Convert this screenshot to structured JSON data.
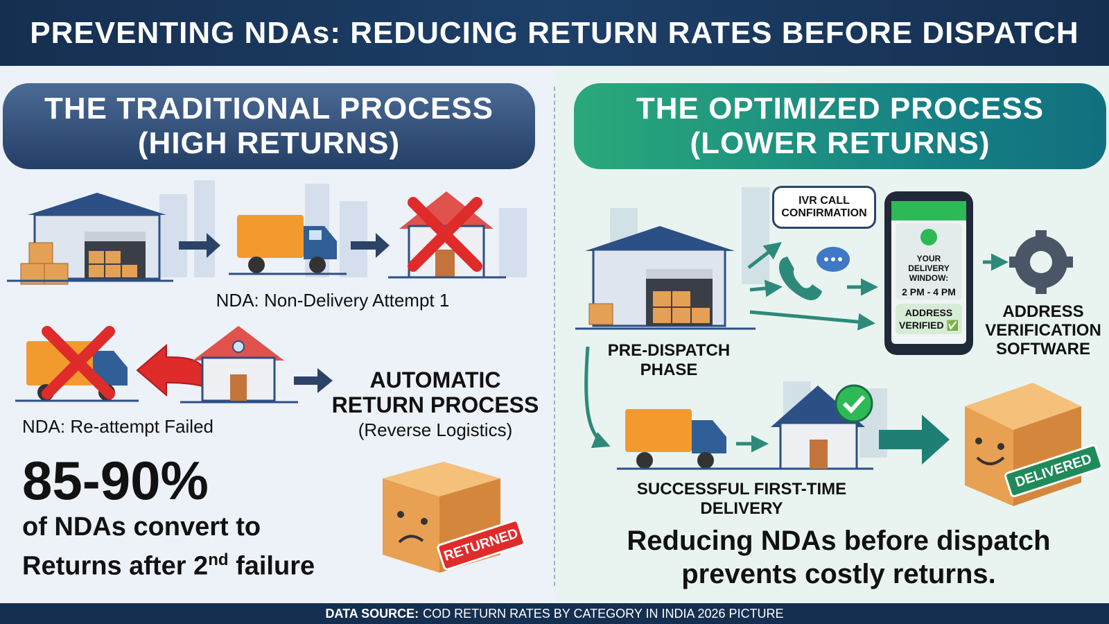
{
  "header": {
    "title": "PREVENTING NDAs: REDUCING RETURN RATES BEFORE DISPATCH"
  },
  "left": {
    "banner_line1": "THE TRADITIONAL PROCESS",
    "banner_line2": "(HIGH RETURNS)",
    "nda1": "NDA: Non-Delivery Attempt 1",
    "nda2": "NDA: Re-attempt Failed",
    "auto_line1": "AUTOMATIC",
    "auto_line2": "RETURN PROCESS",
    "auto_line3": "(Reverse Logistics)",
    "stat": "85-90%",
    "stat_line1": "of NDAs convert to",
    "stat_line2_pre": "Returns after 2",
    "stat_sup": "nd",
    "stat_line2_post": " failure",
    "returned_tag": "RETURNED"
  },
  "right": {
    "banner_line1": "THE OPTIMIZED PROCESS",
    "banner_line2": "(LOWER RETURNS)",
    "ivr_line1": "IVR CALL",
    "ivr_line2": "CONFIRMATION",
    "phone_line1": "YOUR DELIVERY",
    "phone_line2": "WINDOW:",
    "phone_time": "2 PM - 4 PM",
    "phone_addr1": "ADDRESS",
    "phone_addr2": "VERIFIED ✅",
    "avs_line1": "ADDRESS",
    "avs_line2": "VERIFICATION",
    "avs_line3": "SOFTWARE",
    "pre_line1": "PRE-DISPATCH",
    "pre_line2": "PHASE",
    "success_line1": "SUCCESSFUL FIRST-TIME",
    "success_line2": "DELIVERY",
    "delivered_tag": "DELIVERED",
    "conclusion_line1": "Reducing NDAs before dispatch",
    "conclusion_line2": "prevents costly returns."
  },
  "footer": {
    "label": "DATA SOURCE:",
    "text": "COD RETURN RATES BY CATEGORY IN INDIA 2026 PICTURE"
  },
  "colors": {
    "navy": "#152f50",
    "green": "#2aa97a",
    "red": "#e02b2b",
    "orange": "#f39a2e",
    "truck_blue": "#2f5f96"
  }
}
